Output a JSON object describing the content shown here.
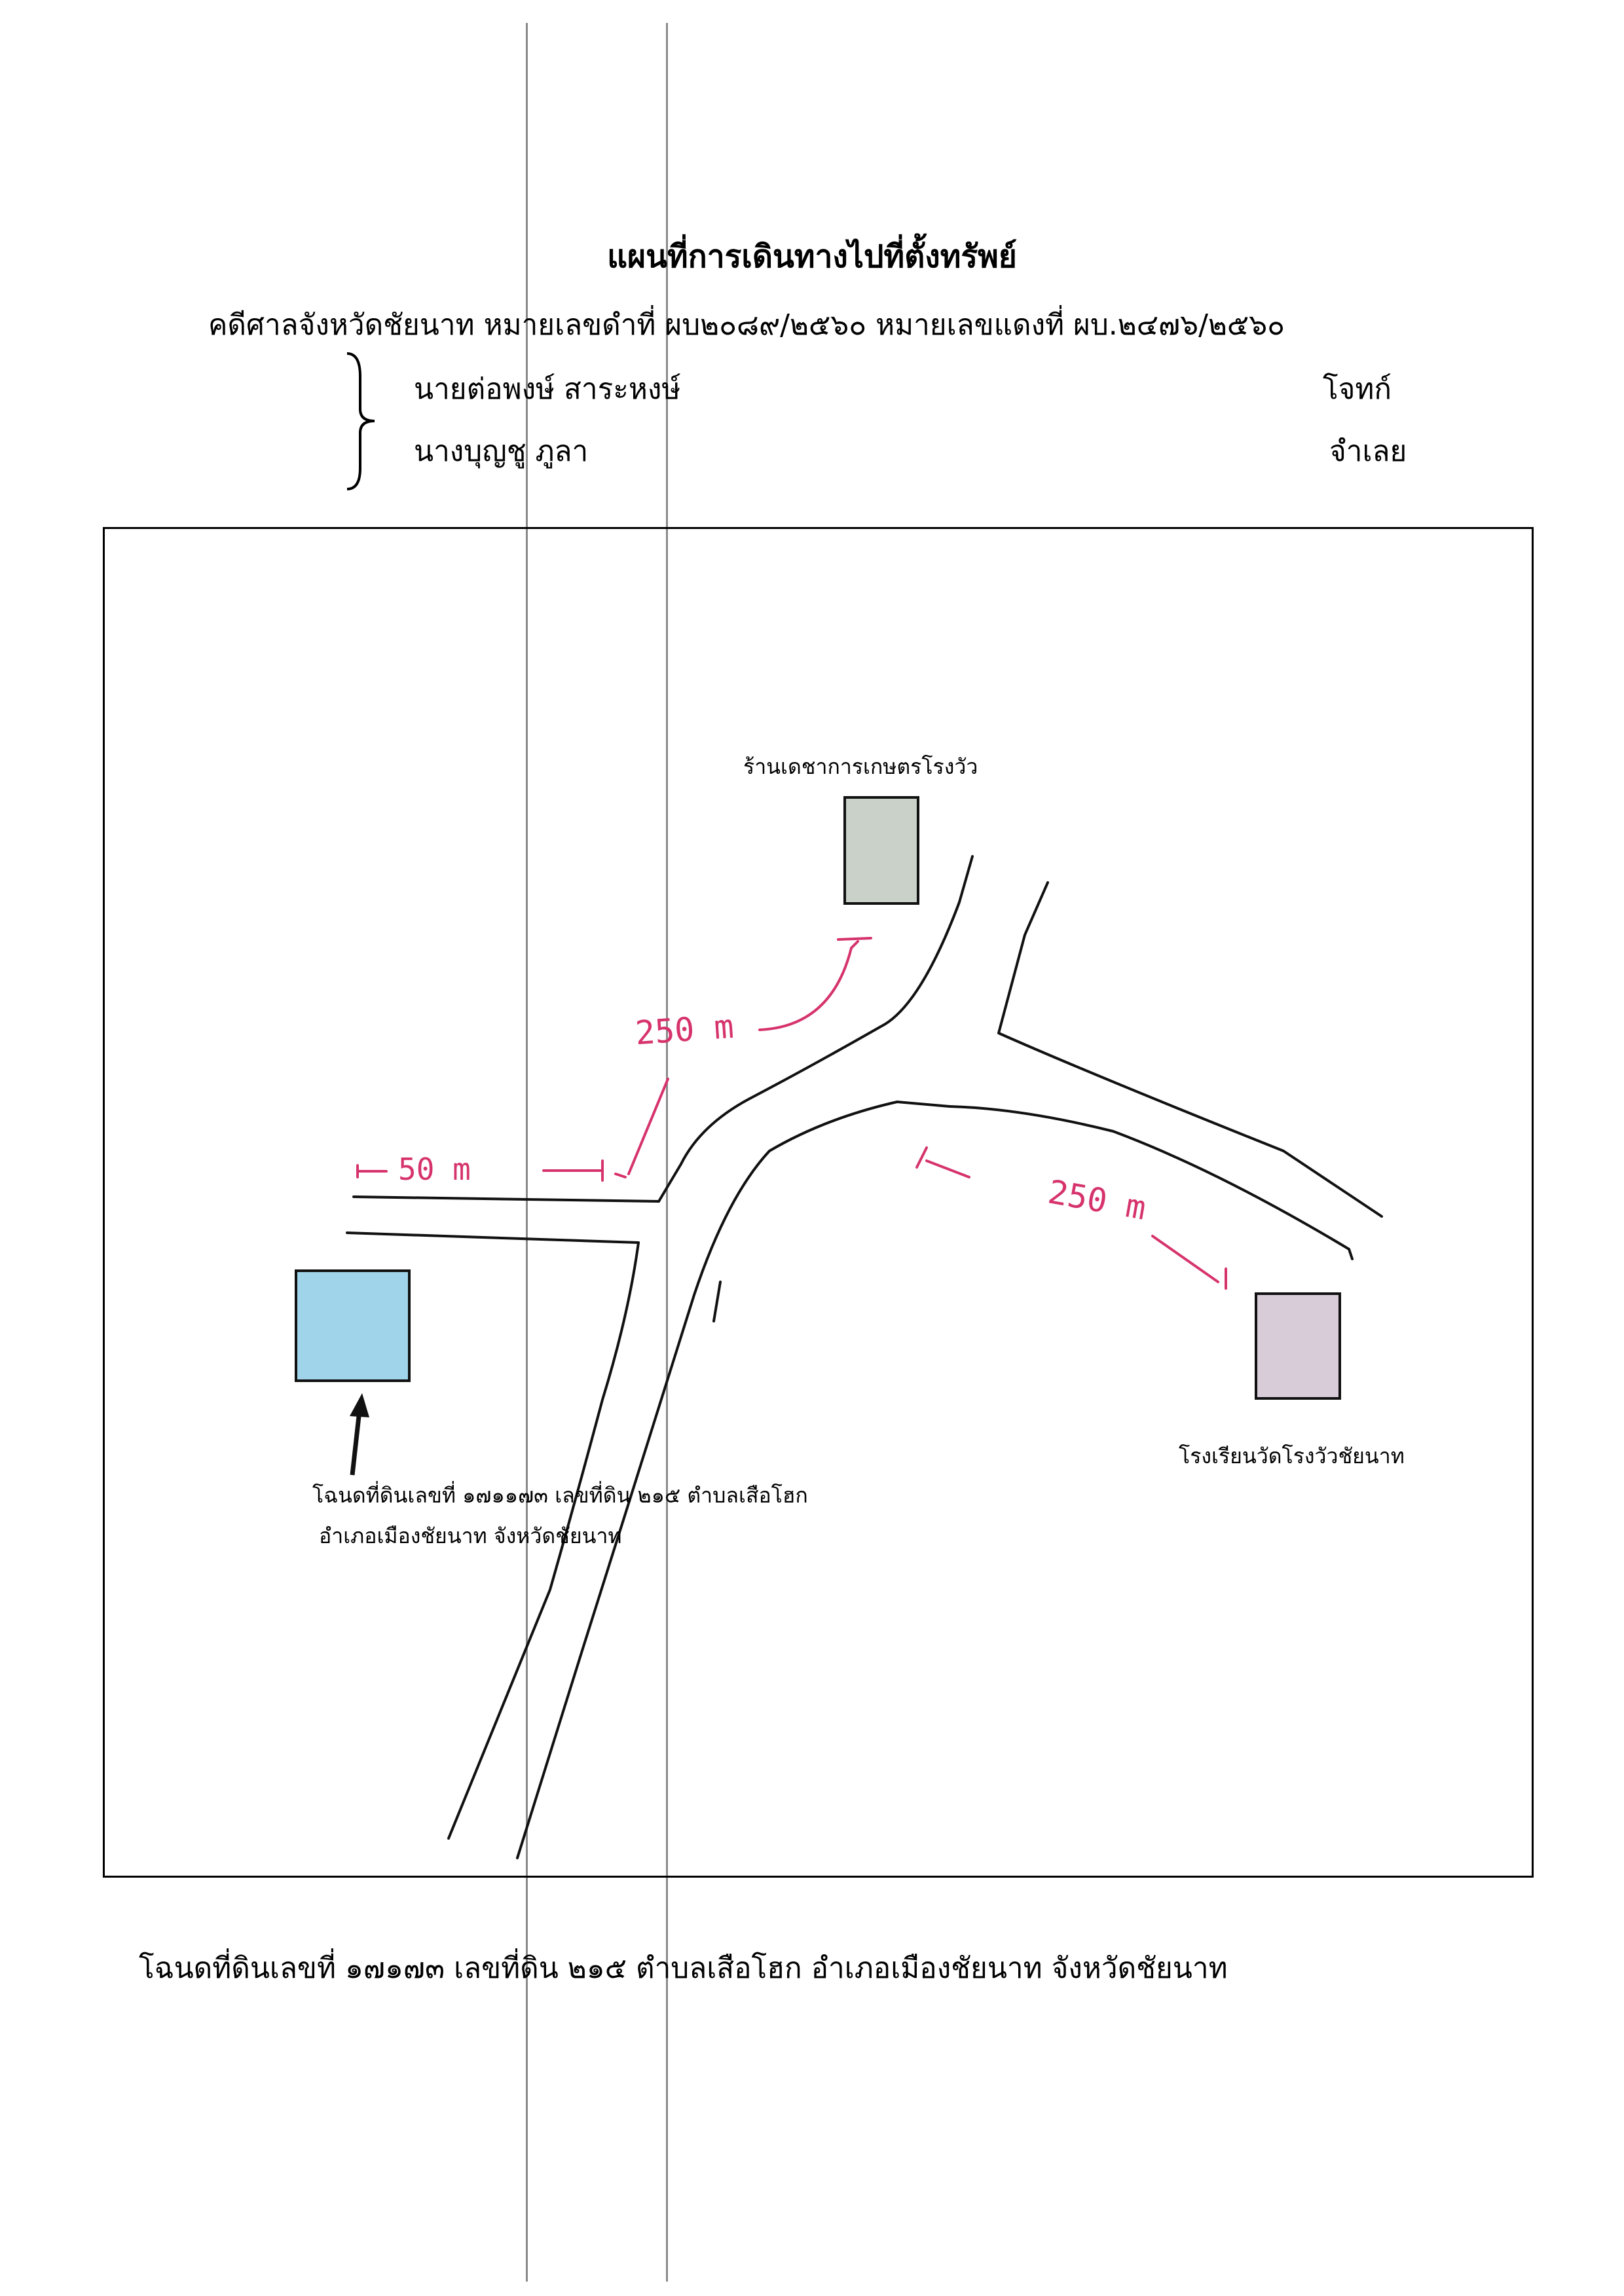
{
  "title": "แผนที่การเดินทางไปที่ตั้งทรัพย์",
  "case_line": "คดีศาลจังหวัดชัยนาท  หมายเลขดำที่ ผบ๒๐๘๙/๒๕๖๐ หมายเลขแดงที่ ผบ.๒๔๗๖/๒๕๖๐",
  "parties": {
    "plaintiff": {
      "name": "นายต่อพงษ์  สาระหงษ์",
      "role": "โจทก์"
    },
    "defendant": {
      "name": "นางบุญชู   ภูลา",
      "role": "จำเลย"
    }
  },
  "map": {
    "landmarks": {
      "shop": "ร้านเดชาการเกษตรโรงวัว",
      "school": "โรงเรียนวัดโรงวัวชัยนาท",
      "property_line1": "โฉนดที่ดินเลขที่ ๑๗๑๑๗๓ เลขที่ดิน ๒๑๕  ตำบลเสือโฮก",
      "property_line2": "อำเภอเมืองชัยนาท จังหวัดชัยนาท"
    },
    "distances": {
      "to_junction": "50 m",
      "to_shop": "250 m",
      "to_school": "250 m"
    },
    "colors": {
      "property": "#9fd4ea",
      "shop": "#c9d1c9",
      "school": "#d9ccd9",
      "annotation": "#d6336c"
    }
  },
  "bottom_note": "โฉนดที่ดินเลขที่ ๑๗๑๗๓ เลขที่ดิน ๒๑๕  ตำบลเสือโฮก อำเภอเมืองชัยนาท จังหวัดชัยนาท"
}
